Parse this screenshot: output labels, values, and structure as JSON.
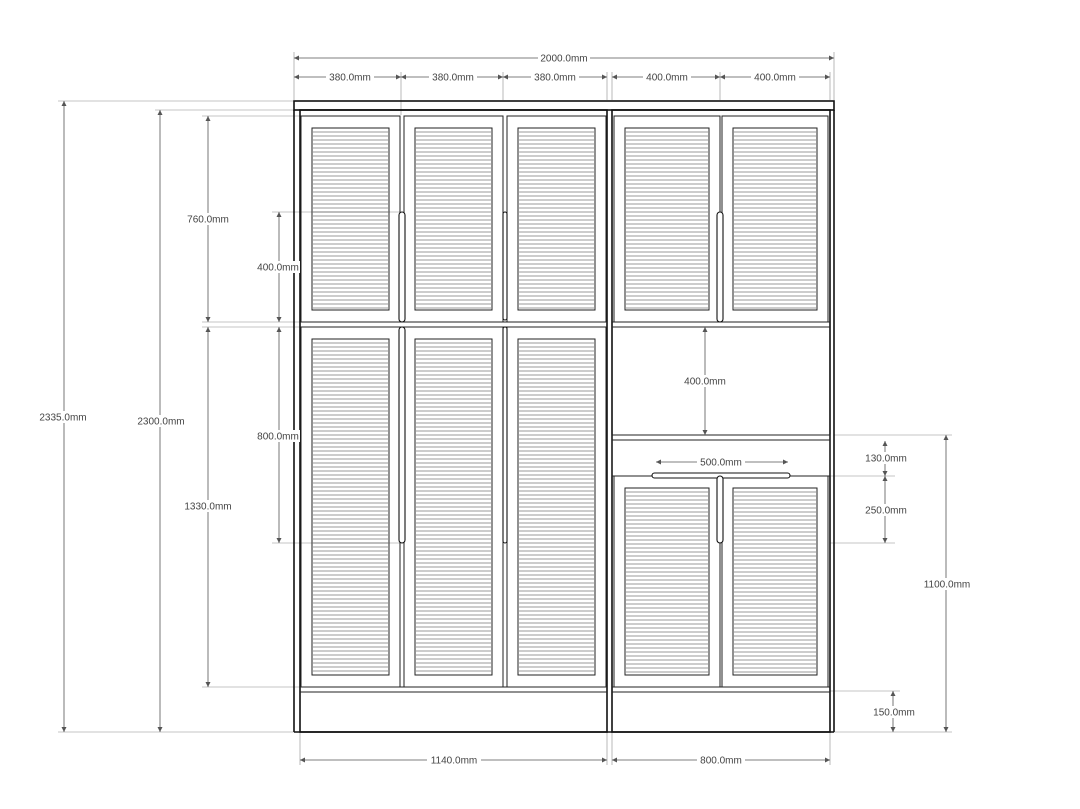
{
  "dimensions": {
    "total_width": "2000.0mm",
    "door_width_left": "380.0mm",
    "door_width_right": "400.0mm",
    "total_height_outer": "2335.0mm",
    "total_height_inner": "2300.0mm",
    "upper_section_height": "760.0mm",
    "lower_section_height": "1330.0mm",
    "upper_handle_length": "400.0mm",
    "lower_handle_length": "800.0mm",
    "open_shelf_height": "400.0mm",
    "drawer_handle_width": "500.0mm",
    "drawer_height": "130.0mm",
    "right_lower_handle_length": "250.0mm",
    "right_lower_height": "1100.0mm",
    "plinth_height": "150.0mm",
    "left_unit_width": "1140.0mm",
    "right_unit_width": "800.0mm"
  }
}
